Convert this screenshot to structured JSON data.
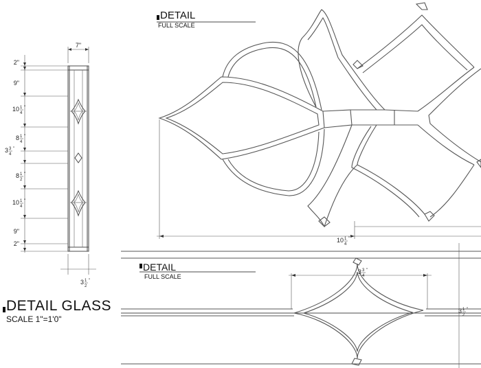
{
  "detail_top": {
    "title": "DETAIL",
    "subtitle": "FULL SCALE"
  },
  "detail_bottom": {
    "title": "DETAIL",
    "subtitle": "FULL SCALE"
  },
  "detail_glass": {
    "title": "DETAIL GLASS",
    "subtitle": "SCALE 1\"=1'0\""
  },
  "elevation": {
    "width_label": "7\"",
    "bottom_width": {
      "whole": "3",
      "num": "1",
      "den": "2"
    },
    "dims": [
      {
        "whole": "2\"",
        "num": "",
        "den": ""
      },
      {
        "whole": "9\"",
        "num": "",
        "den": ""
      },
      {
        "whole": "10",
        "num": "1",
        "den": "4"
      },
      {
        "whole": "8",
        "num": "1",
        "den": "4"
      },
      {
        "whole": "3",
        "num": "3",
        "den": "4"
      },
      {
        "whole": "8",
        "num": "1",
        "den": "2"
      },
      {
        "whole": "10",
        "num": "1",
        "den": "4"
      },
      {
        "whole": "9\"",
        "num": "",
        "den": ""
      },
      {
        "whole": "2\"",
        "num": "",
        "den": ""
      }
    ]
  },
  "flower_dim": {
    "whole": "10",
    "num": "1",
    "den": "4"
  },
  "diamond_dims": {
    "width": {
      "whole": "3",
      "num": "3",
      "den": "4"
    },
    "height": {
      "whole": "3",
      "num": "1",
      "den": "2"
    }
  }
}
